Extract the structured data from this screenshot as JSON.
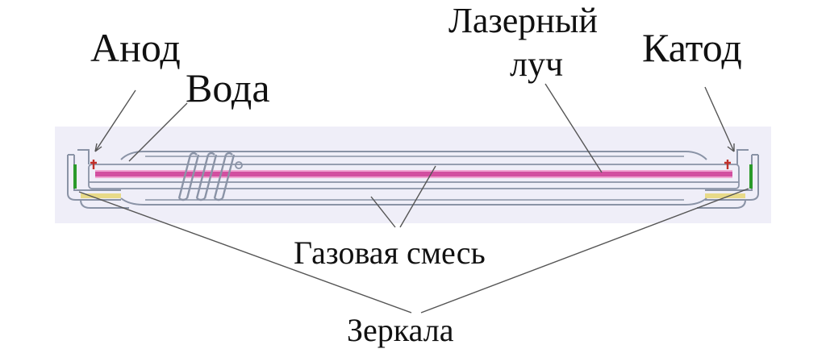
{
  "labels": {
    "anode": "Анод",
    "water": "Вода",
    "laser_beam_line1": "Лазерный",
    "laser_beam_line2": "луч",
    "cathode": "Катод",
    "gas_mixture": "Газовая смесь",
    "mirrors": "Зеркала"
  },
  "colors": {
    "tube_outline": "#8a93a6",
    "beam": "#d24fa0",
    "beam_glow": "#f0a6d3",
    "background_band": "#efeef8",
    "leader_line": "#555555",
    "mirror_green": "#2a9a2a",
    "mirror_yellow": "#e6d25a",
    "electrode_red": "#c0302a"
  }
}
